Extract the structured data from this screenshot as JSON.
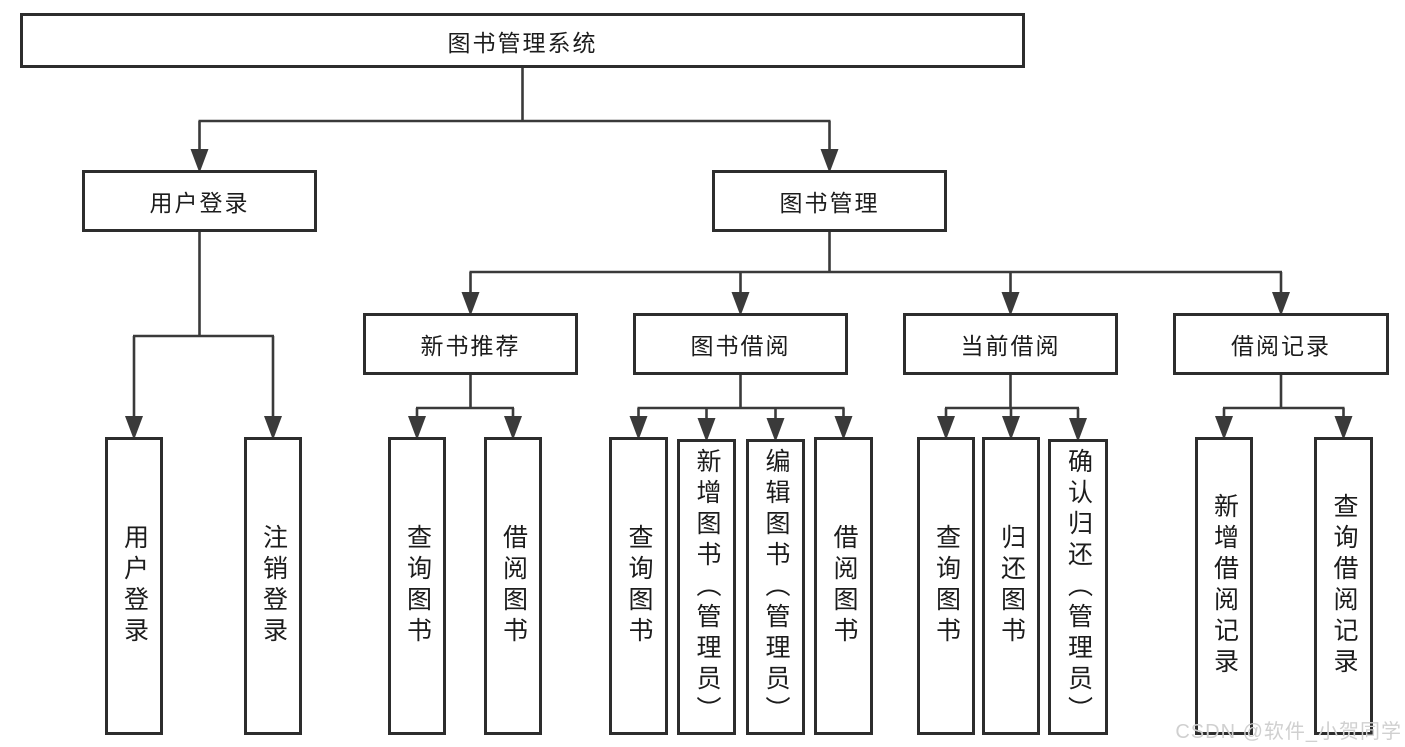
{
  "nodes": [
    {
      "id": "root",
      "label": "图书管理系统"
    },
    {
      "id": "user-login",
      "label": "用户登录"
    },
    {
      "id": "book-mgmt",
      "label": "图书管理"
    },
    {
      "id": "new-book-rec",
      "label": "新书推荐"
    },
    {
      "id": "book-borrow",
      "label": "图书借阅"
    },
    {
      "id": "current-borrow",
      "label": "当前借阅"
    },
    {
      "id": "borrow-records",
      "label": "借阅记录"
    },
    {
      "id": "leaf-user-login",
      "label": "用户登录"
    },
    {
      "id": "leaf-logout",
      "label": "注销登录"
    },
    {
      "id": "rec-query-book",
      "label": "查询图书"
    },
    {
      "id": "rec-borrow-book",
      "label": "借阅图书"
    },
    {
      "id": "bor-query-book",
      "label": "查询图书"
    },
    {
      "id": "bor-add-book",
      "label": "新增图书（管理员）"
    },
    {
      "id": "bor-edit-book",
      "label": "编辑图书（管理员）"
    },
    {
      "id": "bor-borrow-book",
      "label": "借阅图书"
    },
    {
      "id": "cur-query-book",
      "label": "查询图书"
    },
    {
      "id": "cur-return-book",
      "label": "归还图书"
    },
    {
      "id": "cur-confirm-return",
      "label": "确认归还（管理员）"
    },
    {
      "id": "recd-add-record",
      "label": "新增借阅记录"
    },
    {
      "id": "recd-query-record",
      "label": "查询借阅记录"
    }
  ],
  "watermark": {
    "text": "CSDN @软件_小贺同学"
  },
  "colors": {
    "line": "#3a3a3a",
    "box_border": "#2d2d2d",
    "text": "#1c1c1c",
    "watermark": "#d0d0d0",
    "background": "#ffffff"
  }
}
